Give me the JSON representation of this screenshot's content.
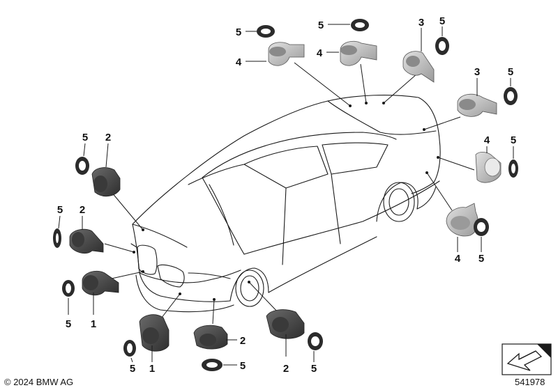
{
  "copyright": "© 2024 BMW AG",
  "diagram_id": "541978",
  "callouts": [
    {
      "id": "c5a",
      "label": "5"
    },
    {
      "id": "c4a",
      "label": "4"
    },
    {
      "id": "c5b",
      "label": "5"
    },
    {
      "id": "c4b",
      "label": "4"
    },
    {
      "id": "c3a",
      "label": "3"
    },
    {
      "id": "c5c",
      "label": "5"
    },
    {
      "id": "c3b",
      "label": "3"
    },
    {
      "id": "c5d",
      "label": "5"
    },
    {
      "id": "c4c",
      "label": "4"
    },
    {
      "id": "c5e",
      "label": "5"
    },
    {
      "id": "c4d",
      "label": "4"
    },
    {
      "id": "c5f",
      "label": "5"
    },
    {
      "id": "c5g",
      "label": "5"
    },
    {
      "id": "c2a",
      "label": "2"
    },
    {
      "id": "c5h",
      "label": "5"
    },
    {
      "id": "c2b",
      "label": "2"
    },
    {
      "id": "c5i",
      "label": "5"
    },
    {
      "id": "c1a",
      "label": "1"
    },
    {
      "id": "c5j",
      "label": "5"
    },
    {
      "id": "c1b",
      "label": "1"
    },
    {
      "id": "c2c",
      "label": "2"
    },
    {
      "id": "c5k",
      "label": "5"
    },
    {
      "id": "c2d",
      "label": "2"
    },
    {
      "id": "c5l",
      "label": "5"
    }
  ],
  "colors": {
    "line": "#1a1a1a",
    "sensor_dark": "#4a4a4a",
    "sensor_light": "#bfbfbf",
    "ring": "#2b2b2b"
  },
  "icons": {
    "corner_badge": "folded-corner-arrow-icon"
  }
}
